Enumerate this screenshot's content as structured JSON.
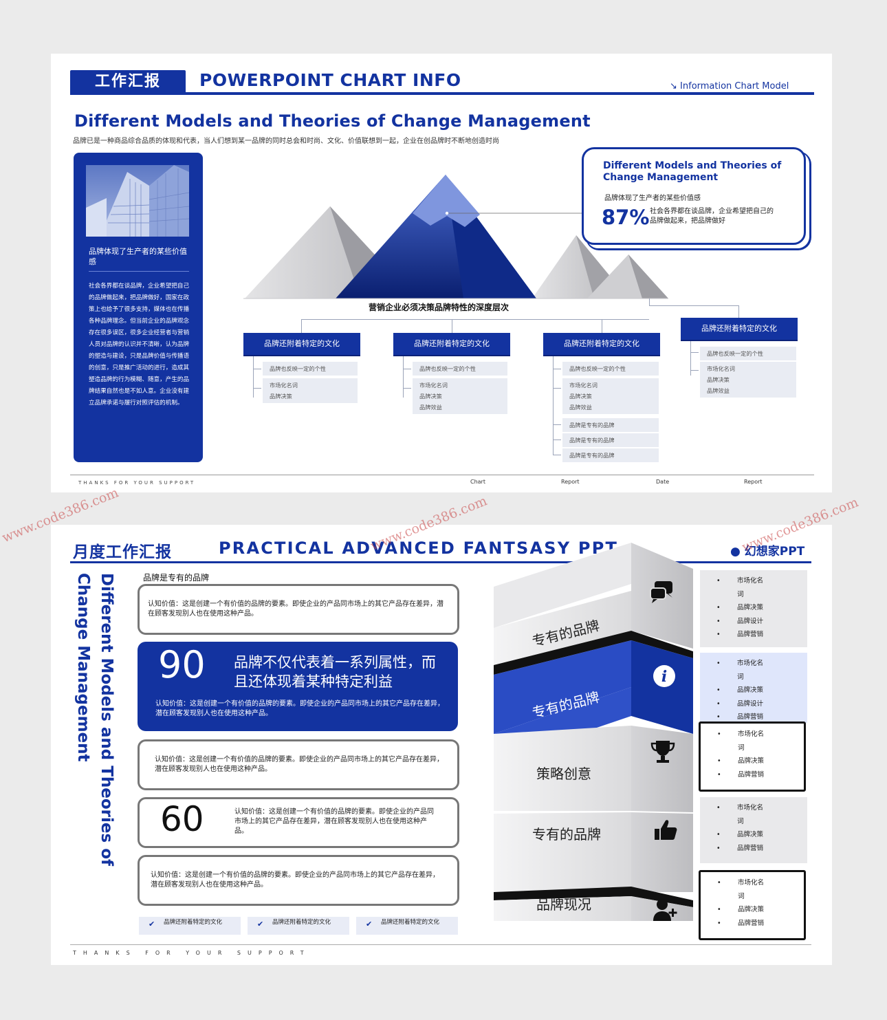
{
  "slide1": {
    "tag": "工作汇报",
    "header_title": "POWERPOINT CHART INFO",
    "header_right": "Information Chart Model",
    "main_title": "Different Models and Theories of Change Management",
    "main_subtitle": "品牌已是一种商品综合品质的体现和代表，当人们想到某一品牌的同时总会和时尚、文化、价值联想到一起，企业在创品牌时不断地创造时尚",
    "left_panel": {
      "title": "品牌体现了生产者的某些价值感",
      "body": "社会各界都在谈品牌，企业希望把自己的品牌做起来，把品牌做好，国家在政策上也给予了很多支持，媒体也在传播各种品牌理念。但当前企业的品牌观念存在很多误区，很多企业经营者与营销人员对品牌的认识并不清晰，认为品牌的塑造与建设，只是品牌价值与传播语的创意，只是推广活动的进行，造成其塑造品牌的行为模糊、随意，产生的品牌结果自然也是不如人意。企业没有建立品牌承诺与履行对照评估的机制。"
    },
    "callout": {
      "title": "Different Models and Theories of Change Management",
      "subtitle": "品牌体现了生产者的某些价值感",
      "percent": "87%",
      "desc": "社会各界都在谈品牌，企业希望把自己的品牌做起来，把品牌做好"
    },
    "deep_title": "营销企业必须决策品牌特性的深度层次",
    "columns": [
      {
        "head": "品牌还附着特定的文化",
        "items": [
          "品牌也反映一定的个性",
          "市场化名词\n品牌决策"
        ]
      },
      {
        "head": "品牌还附着特定的文化",
        "items": [
          "品牌也反映一定的个性",
          "市场化名词\n品牌决策\n品牌效益"
        ]
      },
      {
        "head": "品牌还附着特定的文化",
        "items": [
          "品牌也反映一定的个性",
          "市场化名词\n品牌决策\n品牌效益",
          "品牌是专有的品牌",
          "品牌是专有的品牌",
          "品牌是专有的品牌"
        ]
      },
      {
        "head": "品牌还附着特定的文化",
        "items": [
          "品牌也反映一定的个性",
          "市场化名词\n品牌决策\n品牌效益"
        ]
      }
    ],
    "footer": {
      "left": "THANKS FOR YOUR SUPPORT",
      "s1": "Chart",
      "s2": "Report",
      "s3": "Date",
      "s4": "Report"
    }
  },
  "slide2": {
    "tag": "月度工作汇报",
    "title": "PRACTICAL ADVANCED FANTSASY PPT",
    "brand": "幻想家PPT",
    "vertical_title": "Different Models and Theories of Change Management",
    "label": "品牌是专有的品牌",
    "rows": [
      {
        "text": "认知价值：这是创建一个有价值的品牌的要素。即使企业的产品同市场上的其它产品存在差异，潜在顾客发现别人也在使用这种产品。"
      },
      {
        "num": "90",
        "headline": "品牌不仅代表着一系列属性，而且还体现着某种特定利益",
        "text": "认知价值：这是创建一个有价值的品牌的要素。即使企业的产品同市场上的其它产品存在差异，潜在顾客发现别人也在使用这种产品。"
      },
      {
        "text": "认知价值：这是创建一个有价值的品牌的要素。即使企业的产品同市场上的其它产品存在差异，潜在顾客发现别人也在使用这种产品。"
      },
      {
        "num": "60",
        "text": "认知价值：这是创建一个有价值的品牌的要素。即使企业的产品同市场上的其它产品存在差异，潜在顾客发现别人也在使用这种产品。"
      },
      {
        "text": "认知价值：这是创建一个有价值的品牌的要素。即使企业的产品同市场上的其它产品存在差异，潜在顾客发现别人也在使用这种产品。"
      }
    ],
    "steps": [
      {
        "label": "专有的品牌",
        "icon": "chat-bubbles-icon"
      },
      {
        "label": "专有的品牌",
        "icon": "info-icon"
      },
      {
        "label": "策略创意",
        "icon": "trophy-icon"
      },
      {
        "label": "专有的品牌",
        "icon": "thumbs-up-icon"
      },
      {
        "label": "品牌现况",
        "icon": "add-user-icon"
      }
    ],
    "right_boxes": [
      {
        "items": [
          "市场化名",
          "词",
          "品牌决策",
          "品牌设计",
          "品牌营销"
        ]
      },
      {
        "items": [
          "市场化名",
          "词",
          "品牌决策",
          "品牌设计",
          "品牌营销"
        ]
      },
      {
        "items": [
          "市场化名",
          "词",
          "品牌决策",
          "品牌营销"
        ]
      },
      {
        "items": [
          "市场化名",
          "词",
          "品牌决策",
          "品牌营销"
        ]
      },
      {
        "items": [
          "市场化名",
          "词",
          "品牌决策",
          "品牌营销"
        ]
      }
    ],
    "checks": [
      "品牌还附着特定的文化",
      "品牌还附着特定的文化",
      "品牌还附着特定的文化"
    ],
    "footer": "THANKS FOR YOUR SUPPORT"
  },
  "watermark": "www.code386.com",
  "colors": {
    "brand_blue": "#1333a0",
    "dark_blue": "#0b2178",
    "light_panel": "#e9ecf3"
  }
}
